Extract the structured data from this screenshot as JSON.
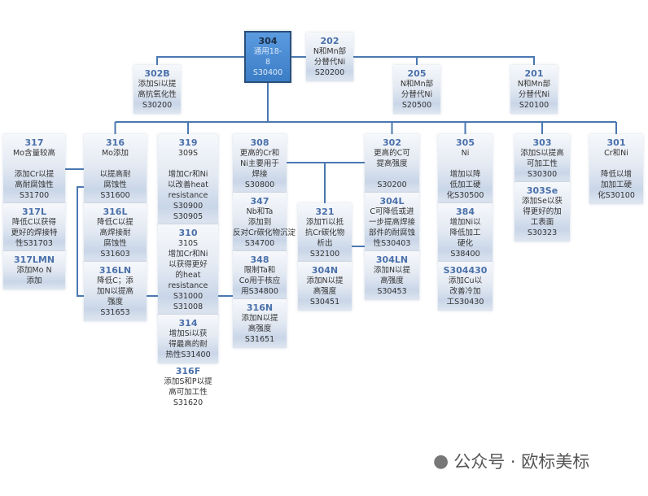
{
  "boxes": {
    "b304": {
      "title": "304",
      "lines": [
        "通用18-",
        "8",
        "S30400"
      ]
    },
    "b202": {
      "title": "202",
      "lines": [
        "N和Mn部",
        "分替代Ni",
        "S20200"
      ]
    },
    "b302B": {
      "title": "302B",
      "lines": [
        "添加Si以提",
        "高抗氧化性",
        "S30200"
      ]
    },
    "b205": {
      "title": "205",
      "lines": [
        "N和Mn部",
        "分替代Ni",
        "S20500"
      ]
    },
    "b201": {
      "title": "201",
      "lines": [
        "N和Mn部",
        "分替代Ni",
        "S20100"
      ]
    },
    "b317": {
      "title": "317",
      "lines": [
        "Mo含量较高",
        "",
        "添加Cr以提",
        "高耐腐蚀性",
        "S31700"
      ]
    },
    "b316": {
      "title": "316",
      "lines": [
        "Mo添加",
        "",
        "以提高耐",
        "腐蚀性",
        "S31600"
      ]
    },
    "b319": {
      "title": "319",
      "lines": [
        "309S",
        "",
        "增加Cr和Ni",
        "以改善heat",
        "resistance",
        "S30900",
        "S30905"
      ]
    },
    "b308": {
      "title": "308",
      "lines": [
        "更高的Cr和",
        "Ni主要用于",
        "焊接",
        "S30800"
      ]
    },
    "b302": {
      "title": "302",
      "lines": [
        "更高的C可",
        "提高强度",
        "",
        "S30200"
      ]
    },
    "b305": {
      "title": "305",
      "lines": [
        "Ni",
        "",
        "增加以降",
        "低加工硬",
        "化S30500"
      ]
    },
    "b303": {
      "title": "303",
      "lines": [
        "添加S以提高",
        "可加工性",
        "S30300"
      ]
    },
    "b301": {
      "title": "301",
      "lines": [
        "Cr和Ni",
        "",
        "降低以增",
        "加加工硬",
        "化S30100"
      ]
    },
    "b317L": {
      "title": "317L",
      "lines": [
        "降低C以获得",
        "更好的焊接特",
        "性S31703"
      ]
    },
    "b316L": {
      "title": "316L",
      "lines": [
        "降低C以提",
        "高焊接耐",
        "腐蚀性",
        "S31603"
      ]
    },
    "b310": {
      "title": "310",
      "lines": [
        "310S",
        "增加Cr和Ni",
        "以获得更好",
        "的heat",
        "resistance",
        "S31000",
        "S31008"
      ]
    },
    "b347": {
      "title": "347",
      "lines": [
        "Nb和Ta",
        "添加到",
        "反对Cr碳化物沉淀",
        "S34700"
      ]
    },
    "b321": {
      "title": "321",
      "lines": [
        "添加Ti以抵",
        "抗Cr碳化物",
        "析出",
        "S32100"
      ]
    },
    "b304L": {
      "title": "304L",
      "lines": [
        "C可降低或进",
        "一步提高焊接",
        "部件的耐腐蚀",
        "性S30403"
      ]
    },
    "b384": {
      "title": "384",
      "lines": [
        "增加Ni以",
        "降低加工",
        "硬化",
        "S38400"
      ]
    },
    "b303Se": {
      "title": "303Se",
      "lines": [
        "添加Se以获",
        "得更好的加",
        "工表面",
        "S30323"
      ]
    },
    "b317LMN": {
      "title": "317LMN",
      "lines": [
        "添加Mo N",
        "添加"
      ]
    },
    "b316LN": {
      "title": "316LN",
      "lines": [
        "降低C；添",
        "加N以提高",
        "强度",
        "S31653"
      ]
    },
    "b348": {
      "title": "348",
      "lines": [
        "限制Ta和",
        "Co用于核应",
        "用S34800"
      ]
    },
    "b304N": {
      "title": "304N",
      "lines": [
        "添加N以提",
        "高强度",
        "S30451"
      ]
    },
    "b304LN": {
      "title": "304LN",
      "lines": [
        "添加N以提",
        "高强度",
        "S30453"
      ]
    },
    "bS304430": {
      "title": "S304430",
      "lines": [
        "添加Cu以",
        "改善冷加",
        "工S30430"
      ]
    },
    "b314": {
      "title": "314",
      "lines": [
        "增加Si以获",
        "得最高的耐",
        "热性S31400"
      ]
    },
    "b316N": {
      "title": "316N",
      "lines": [
        "添加N以提",
        "高强度",
        "S31651"
      ]
    },
    "b316F": {
      "title": "316F",
      "lines": [
        "添加S和P以提",
        "高可加工性",
        "S31620"
      ]
    }
  },
  "watermark": {
    "text": "公众号 · 欧标美标",
    "icon": "wechat-icon"
  },
  "colors": {
    "accent": "#4a70aa",
    "main": "#3b7dc6",
    "line": "#4a78b0"
  }
}
